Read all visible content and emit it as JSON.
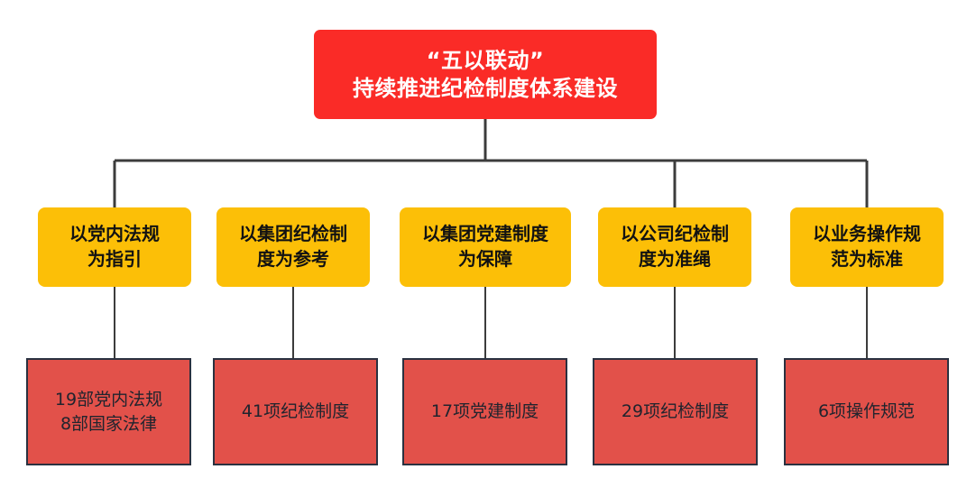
{
  "diagram": {
    "type": "organizational-tree",
    "orientation": "top-down",
    "levels": 3,
    "colors": {
      "root_fill": "#FA2B27",
      "root_text": "#FFFFFF",
      "mid_fill": "#FCBF07",
      "mid_text": "#121212",
      "leaf_fill": "#E2514A",
      "leaf_border": "#2A3140",
      "leaf_text": "#20242E",
      "connector": "#3C3C3C",
      "background": "#FFFFFF"
    }
  },
  "root": {
    "line1": "“五以联动”",
    "line2": "持续推进纪检制度体系建设"
  },
  "branches": [
    {
      "mid": {
        "line1": "以党内法规",
        "line2": "为指引"
      },
      "leaf": {
        "line1": "19部党内法规",
        "line2": "8部国家法律"
      }
    },
    {
      "mid": {
        "line1": "以集团纪检制",
        "line2": "度为参考"
      },
      "leaf": {
        "line1": "41项纪检制度",
        "line2": ""
      }
    },
    {
      "mid": {
        "line1": "以集团党建制度",
        "line2": "为保障"
      },
      "leaf": {
        "line1": "17项党建制度",
        "line2": ""
      }
    },
    {
      "mid": {
        "line1": "以公司纪检制",
        "line2": "度为准绳"
      },
      "leaf": {
        "line1": "29项纪检制度",
        "line2": ""
      }
    },
    {
      "mid": {
        "line1": "以业务操作规",
        "line2": "范为标准"
      },
      "leaf": {
        "line1": "6项操作规范",
        "line2": ""
      }
    }
  ]
}
